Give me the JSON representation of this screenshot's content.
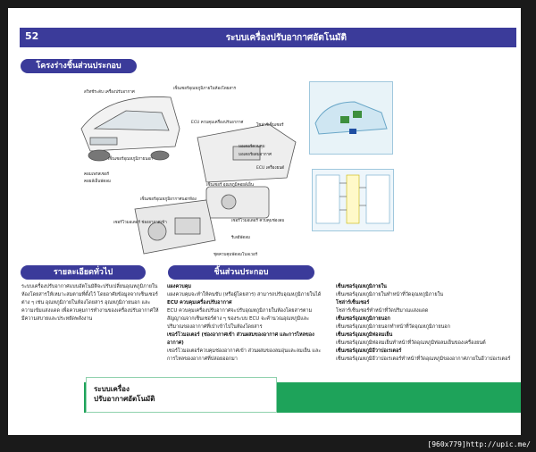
{
  "header": {
    "page_number": "52",
    "title": "ระบบเครื่องปรับอากาศอัตโนมัติ"
  },
  "sections": {
    "components_diagram_title": "โครงร่างชิ้นส่วนประกอบ",
    "general_title": "รายละเอียดทั่วไป",
    "parts_title": "ชิ้นส่วนประกอบ"
  },
  "diagram_labels": [
    "สวิทช์ระดับ เครื่องปรับอากาศ",
    "เซ็นเซอร์อุณหภูมิภายในห้องโดยสาร",
    "ECU ควบคุมเครื่องปรับอากาศ",
    "เซ็นเซอร์อุณหภูมิภายนอก",
    "คอมเพรสเซอร์",
    "คอยล์เย็นพัดลม",
    "เซ็นเซอร์ อุณหภูมิคอยล์เย็น",
    "มอเตอร์ควบคุม",
    "มอเตอร์ผสมอากาศ",
    "โซล่าร์เซ็นเซอร์",
    "ECU เครื่องยนต์",
    "เซ็นเซอร์อุณหภูมิอากาศนอกห้อง",
    "เซอร์โวมอเตอร์ ช่องอากาศเข้า",
    "เซอร์โวมอเตอร์ ควบคุมช่องลม",
    "รีเลย์พัดลม",
    "ชุดควบคุมพัดลมโบลเวอร์"
  ],
  "general_text": "ระบบเครื่องปรับอากาศแบบอัตโนมัติจะปรับเปลี่ยนอุณหภูมิภายในห้องโดยสารให้เหมาะสมตามที่ตั้งไว้ โดยอาศัยข้อมูลจากเซ็นเซอร์ต่าง ๆ เช่น อุณหภูมิภายในห้องโดยสาร อุณหภูมิภายนอก และความเข้มแสงแดด เพื่อควบคุมการทำงานของเครื่องปรับอากาศให้มีความสบายและประหยัดพลังงาน",
  "parts_col1": [
    {
      "heading": "แผงควบคุม",
      "text": "แผงควบคุมจะทำให้คนขับ (หรือผู้โดยสาร) สามารถปรับอุณหภูมิภายในได้"
    },
    {
      "heading": "ECU ควบคุมเครื่องปรับอากาศ",
      "text": "ECU ควบคุมเครื่องปรับอากาศจะปรับอุณหภูมิภายในห้องโดยสารตามสัญญาณจากเซ็นเซอร์ต่าง ๆ ของระบบ ECU จะคำนวณอุณหภูมิและปริมาณของอากาศที่เป่าเข้าไปในห้องโดยสาร"
    },
    {
      "heading": "เซอร์โวมอเตอร์ (ช่องอากาศเข้า ส่วนผสมของอากาศ และการไหลของอากาศ)",
      "text": "เซอร์โวมอเตอร์ควบคุมช่องอากาศเข้า ส่วนผสมของลมอุ่นและลมเย็น และการไหลของอากาศที่ปล่อยออกมา"
    }
  ],
  "parts_col2": [
    {
      "heading": "เซ็นเซอร์อุณหภูมิภายใน",
      "text": "เซ็นเซอร์อุณหภูมิภายในทำหน้าที่วัดอุณหภูมิภายใน"
    },
    {
      "heading": "โซล่าร์เซ็นเซอร์",
      "text": "โซล่าร์เซ็นเซอร์ทำหน้าที่วัดปริมาณแสงแดด"
    },
    {
      "heading": "เซ็นเซอร์อุณหภูมิภายนอก",
      "text": "เซ็นเซอร์อุณหภูมิภายนอกทำหน้าที่วัดอุณหภูมิภายนอก"
    },
    {
      "heading": "เซ็นเซอร์อุณหภูมิท่อลมเย็น",
      "text": "เซ็นเซอร์อุณหภูมิท่อลมเย็นทำหน้าที่วัดอุณหภูมิท่อลมเย็นของเครื่องยนต์"
    },
    {
      "heading": "เซ็นเซอร์อุณหภูมิอีวาปอเรเตอร์",
      "text": "เซ็นเซอร์อุณหภูมิอีวาปอเรเตอร์ทำหน้าที่วัดอุณหภูมิของอากาศภายในอีวาปอเรเตอร์"
    }
  ],
  "footer": {
    "line1": "ระบบเครื่อง",
    "line2": "ปรับอากาศอัตโนมัติ",
    "caption": "[960x779]http://upic.me/"
  }
}
